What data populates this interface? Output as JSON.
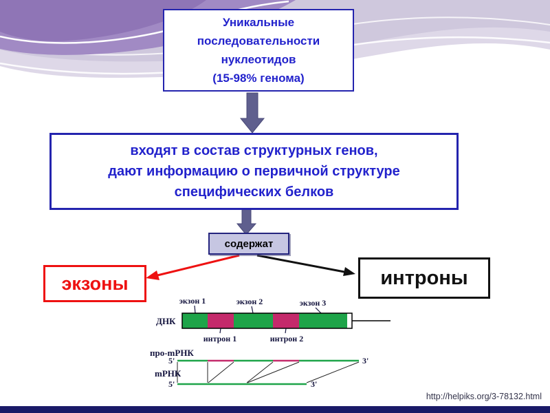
{
  "colors": {
    "accent_blue": "#2222cc",
    "box_border_blue": "#2424ae",
    "arrow_slate": "#5f5f8e",
    "red": "#ee1111",
    "black": "#111111",
    "exon_green": "#1ea449",
    "intron_magenta": "#c42a6b",
    "contains_fill": "#c6c6e2",
    "bottom_strip": "#1a1a68"
  },
  "top_box": {
    "lines": [
      "Уникальные",
      "последовательности",
      "нуклеотидов",
      "(15-98% генома)"
    ]
  },
  "middle_box": {
    "lines": [
      "входят в состав структурных генов,",
      "дают информацию о первичной структуре",
      "специфических белков"
    ]
  },
  "contains_label": "содержат",
  "exons_label": "экзоны",
  "introns_label": "интроны",
  "gene_diagram": {
    "exon_labels": [
      "экзон 1",
      "экзон 2",
      "экзон 3"
    ],
    "intron_labels": [
      "интрон 1",
      "интрон 2"
    ],
    "dna_label": "ДНК",
    "pre_mrna_label": "про-mРНК",
    "mrna_label": "mРНК",
    "five_prime": "5'",
    "three_prime": "3'"
  },
  "footer": {
    "url": "http://helpiks.org/3-78132.html"
  }
}
